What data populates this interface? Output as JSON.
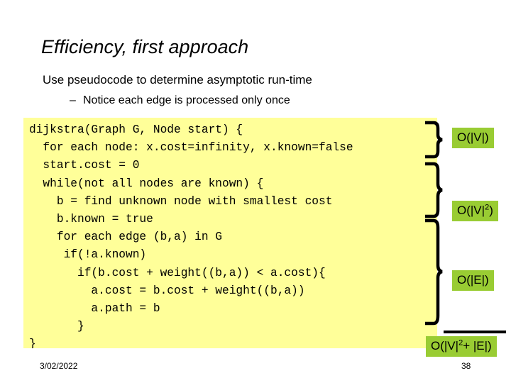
{
  "slide": {
    "title": "Efficiency, first approach",
    "bullets": {
      "level1": "Use pseudocode to determine asymptotic run-time",
      "dash": "–",
      "level2": "Notice each edge is processed only once"
    },
    "code": "dijkstra(Graph G, Node start) {\n  for each node: x.cost=infinity, x.known=false\n  start.cost = 0\n  while(not all nodes are known) {\n    b = find unknown node with smallest cost\n    b.known = true\n    for each edge (b,a) in G\n     if(!a.known)\n       if(b.cost + weight((b,a)) < a.cost){\n         a.cost = b.cost + weight((b,a))\n         a.path = b\n       }\n}",
    "complexity": [
      {
        "id": "v",
        "text": "O(|V|)",
        "base": "O(|V|)",
        "sup": ""
      },
      {
        "id": "v2",
        "text": "O(|V|2)",
        "base": "O(|V|",
        "sup": "2",
        "tail": ")"
      },
      {
        "id": "e",
        "text": "O(|E|)",
        "base": "O(|E|)",
        "sup": ""
      },
      {
        "id": "total",
        "text": "O(|V|2+ |E|)",
        "base": "O(|V|",
        "sup": "2",
        "tail": "+ |E|)"
      }
    ],
    "footer": {
      "date": "3/02/2022",
      "page": "38"
    },
    "colors": {
      "code_background": "#FFFF99",
      "label_background": "#99CC33",
      "slide_background": "#FFFFFF",
      "text": "#000000"
    }
  }
}
